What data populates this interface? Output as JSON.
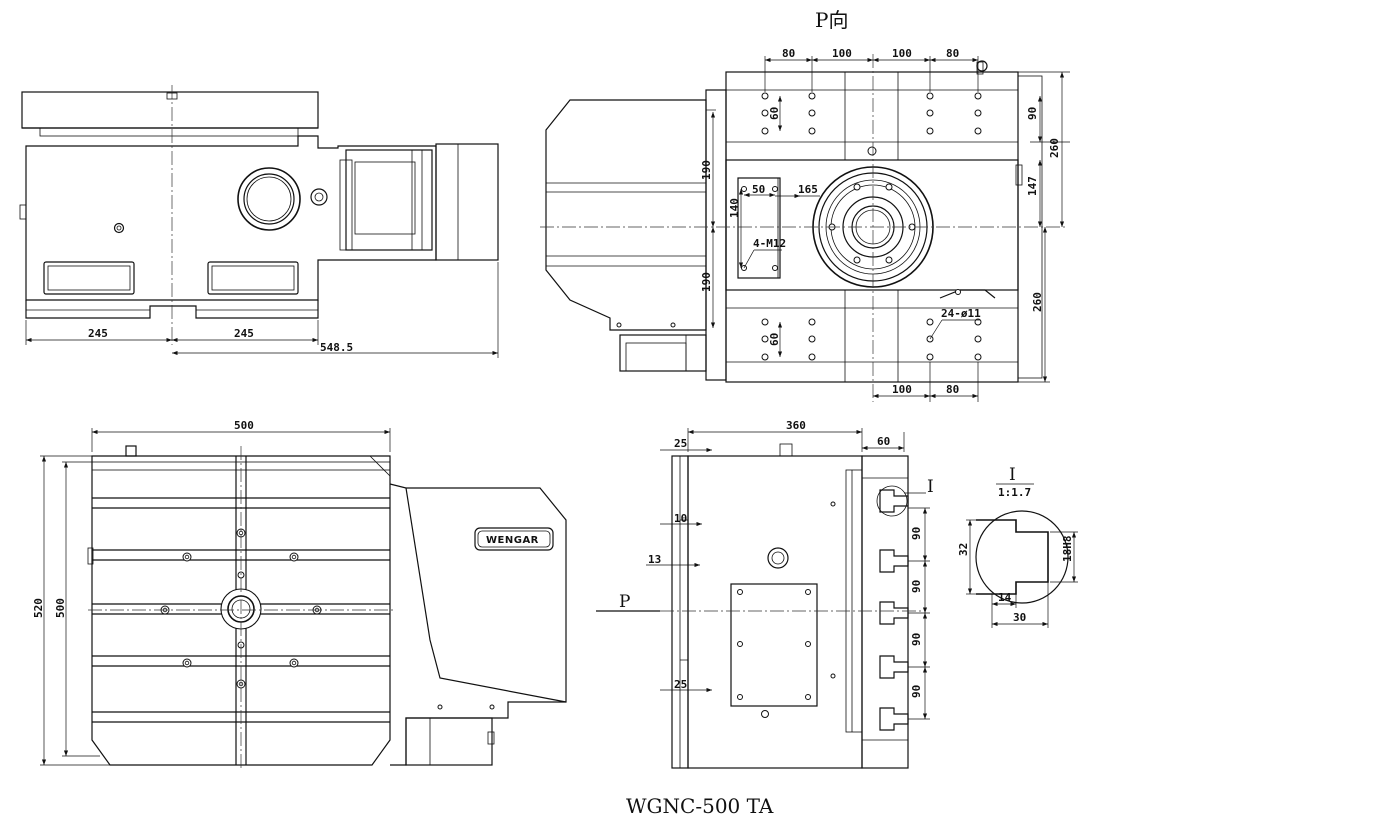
{
  "titles": {
    "view_p": "P向",
    "model": "WGNC-500 TA",
    "logo": "WENGAR"
  },
  "front_view": {
    "dims": {
      "left": "245",
      "mid": "245",
      "total": "548.5"
    }
  },
  "p_view": {
    "top_dims": [
      "80",
      "100",
      "100",
      "80"
    ],
    "bottom_dims": [
      "100",
      "80"
    ],
    "right_dims": [
      "90",
      "260",
      "147",
      "260"
    ],
    "left_dims": [
      "190",
      "190",
      "140"
    ],
    "inner": {
      "d50": "50",
      "d165": "165",
      "pitch60a": "60",
      "pitch60b": "60",
      "m12": "4-M12",
      "holes": "24-ø11"
    }
  },
  "top_view": {
    "width": "500",
    "h_outer": "520",
    "h_inner": "500"
  },
  "side_view": {
    "width": "360",
    "right_ext": "60",
    "d25_top": "25",
    "d10": "10",
    "d13": "13",
    "d25_bot": "25",
    "pitch": [
      "90",
      "90",
      "90",
      "90"
    ],
    "p_label": "P",
    "detail_ref": "I"
  },
  "detail": {
    "title": "I",
    "scale": "1:1.7",
    "d32": "32",
    "d18": "18H8",
    "d14": "14",
    "d30": "30"
  }
}
